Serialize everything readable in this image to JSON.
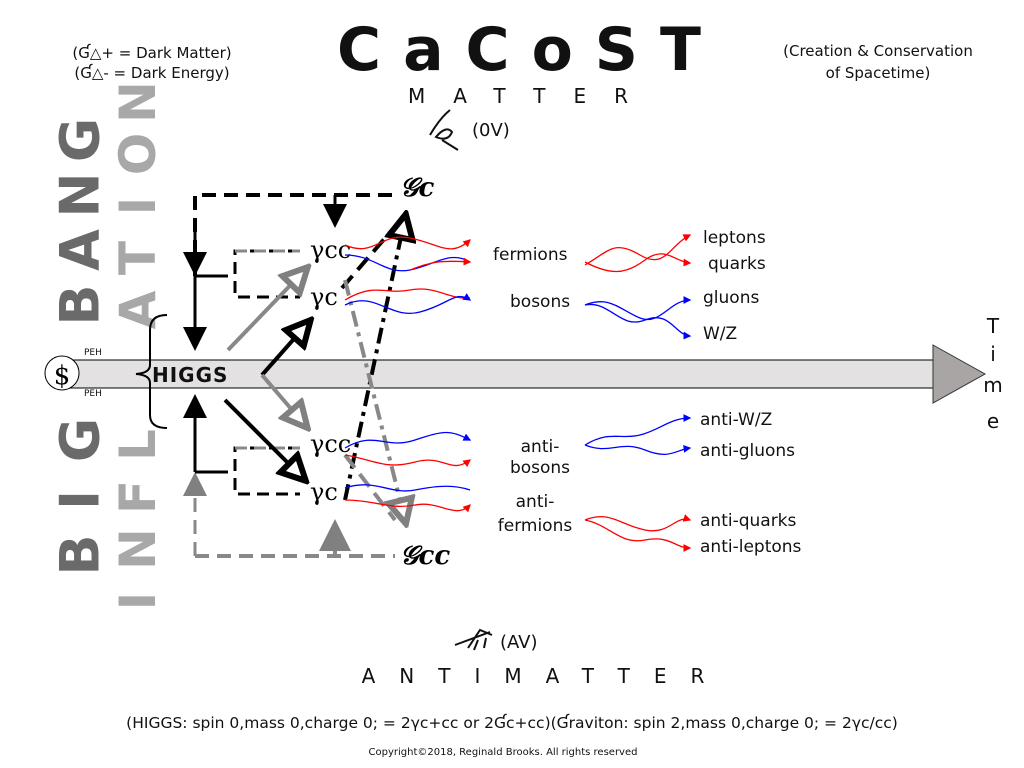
{
  "title": "CaCoST",
  "subtitle": [
    "(Creation & Conservation",
    "of Spacetime)"
  ],
  "legend": [
    "(Ɠ△+ = Dark Matter)",
    "(Ɠ△- = Dark Energy)"
  ],
  "matter": {
    "label": "MATTER",
    "value": "(0V)",
    "icon": "eye-icon"
  },
  "antimatter": {
    "label": "ANTIMATTER",
    "value": "(AV)",
    "icon": "bug-icon"
  },
  "big_bang": "BIG BANG",
  "inflation": "INFLATION",
  "singularity": "$",
  "peh": [
    "PEH",
    "PEH"
  ],
  "higgs": "HIGGS",
  "time": [
    "T",
    "i",
    "m",
    "e"
  ],
  "graviton_c": "𝒢c",
  "graviton_cc": "𝒢cc",
  "gamma": {
    "cc_top": "γcc",
    "c_top": "γc",
    "cc_bottom": "γcc",
    "c_bottom": "γc"
  },
  "matter_particles": {
    "fermions": "fermions",
    "bosons": "bosons",
    "leptons": "leptons",
    "quarks": "quarks",
    "gluons": "gluons",
    "wz": "W/Z"
  },
  "antimatter_particles": {
    "anti_bosons": [
      "anti-",
      "bosons"
    ],
    "anti_fermions": [
      "anti-",
      "fermions"
    ],
    "anti_wz": "anti-W/Z",
    "anti_gluons": "anti-gluons",
    "anti_quarks": "anti-quarks",
    "anti_leptons": "anti-leptons"
  },
  "footnote": "(HIGGS: spin 0,mass 0,charge 0; = 2γc+cc or 2Ɠc+cc)(Ɠraviton: spin 2,mass 0,charge 0; = 2γc/cc)",
  "copyright": "Copyright©2018, Reginald Brooks. All rights reserved",
  "colors": {
    "matter_wave": "#ff0000",
    "boson_wave": "#0000ff",
    "gray": "#808080",
    "bar": "#e3e1e1",
    "arrowhead": "#a9a5a5"
  }
}
